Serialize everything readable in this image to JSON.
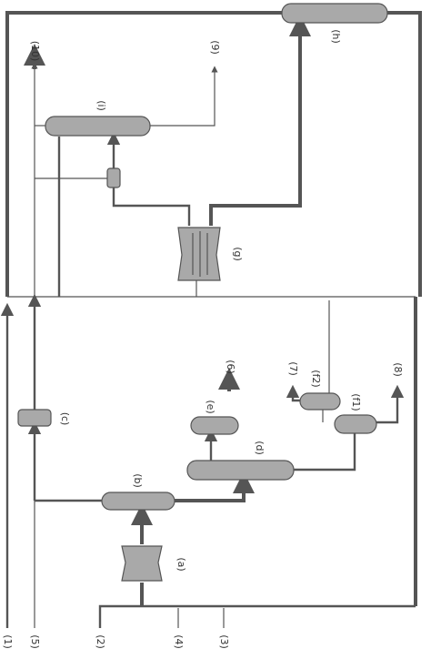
{
  "streams": {
    "s1": "(1)",
    "s2": "(2)",
    "s3": "(3)",
    "s4": "(4)",
    "s5": "(5)",
    "s6": "(6)",
    "s7": "(7)",
    "s8": "(8)",
    "s9": "(9)",
    "s10": "(10)"
  },
  "units": {
    "a": "(a)",
    "b": "(b)",
    "c": "(c)",
    "d": "(d)",
    "e": "(e)",
    "f1": "(f1)",
    "f2": "(f2)",
    "g": "(g)",
    "h": "(h)",
    "i": "(i)"
  },
  "colors": {
    "unit_fill": "#a9a9a9",
    "line": "#555555",
    "background": "#ffffff"
  }
}
